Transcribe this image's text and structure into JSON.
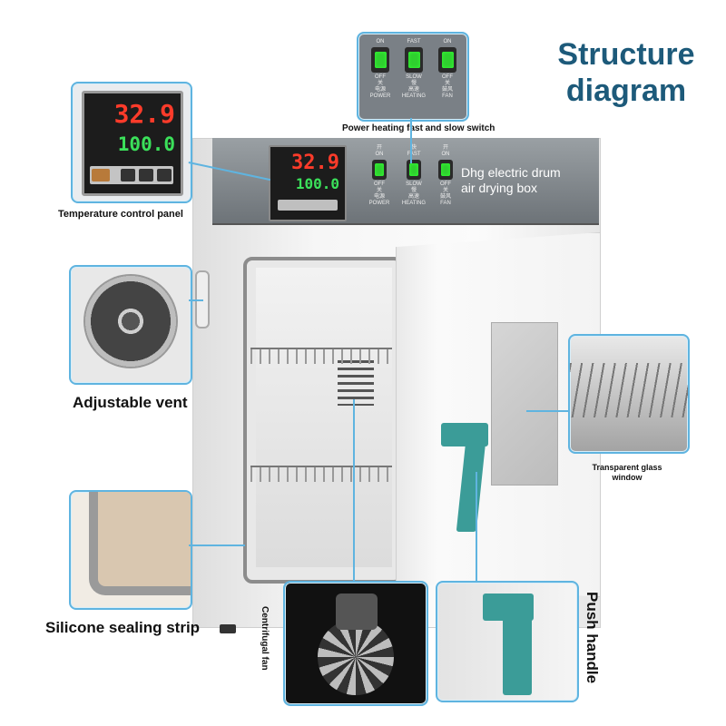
{
  "title": {
    "line1": "Structure",
    "line2": "diagram"
  },
  "product_name": {
    "line1": "Dhg electric drum",
    "line2": "air drying box"
  },
  "labels": {
    "switch": "Power heating fast and slow switch",
    "temp_panel": "Temperature control panel",
    "vent": "Adjustable vent",
    "seal": "Silicone sealing strip",
    "fan": "Centrifugal fan",
    "glass_line1": "Transparent glass",
    "glass_line2": "window",
    "handle": "Push handle"
  },
  "controller": {
    "pv": "32.9",
    "sv": "100.0"
  },
  "switches": [
    {
      "top_en": "ON",
      "top_cn": "开",
      "bottom_en": "OFF",
      "bottom_cn": "关",
      "name_cn": "电源",
      "name_en": "POWER"
    },
    {
      "top_en": "FAST",
      "top_cn": "快",
      "bottom_en": "SLOW",
      "bottom_cn": "慢",
      "name_cn": "高速",
      "name_en": "HEATING"
    },
    {
      "top_en": "ON",
      "top_cn": "开",
      "bottom_en": "OFF",
      "bottom_cn": "关",
      "name_cn": "鼓风",
      "name_en": "FAN"
    }
  ],
  "colors": {
    "accent": "#5fb4e0",
    "title": "#1d5a7a",
    "handle": "#3b9c98",
    "display_red": "#ff3b2a",
    "display_green": "#3be05a"
  }
}
